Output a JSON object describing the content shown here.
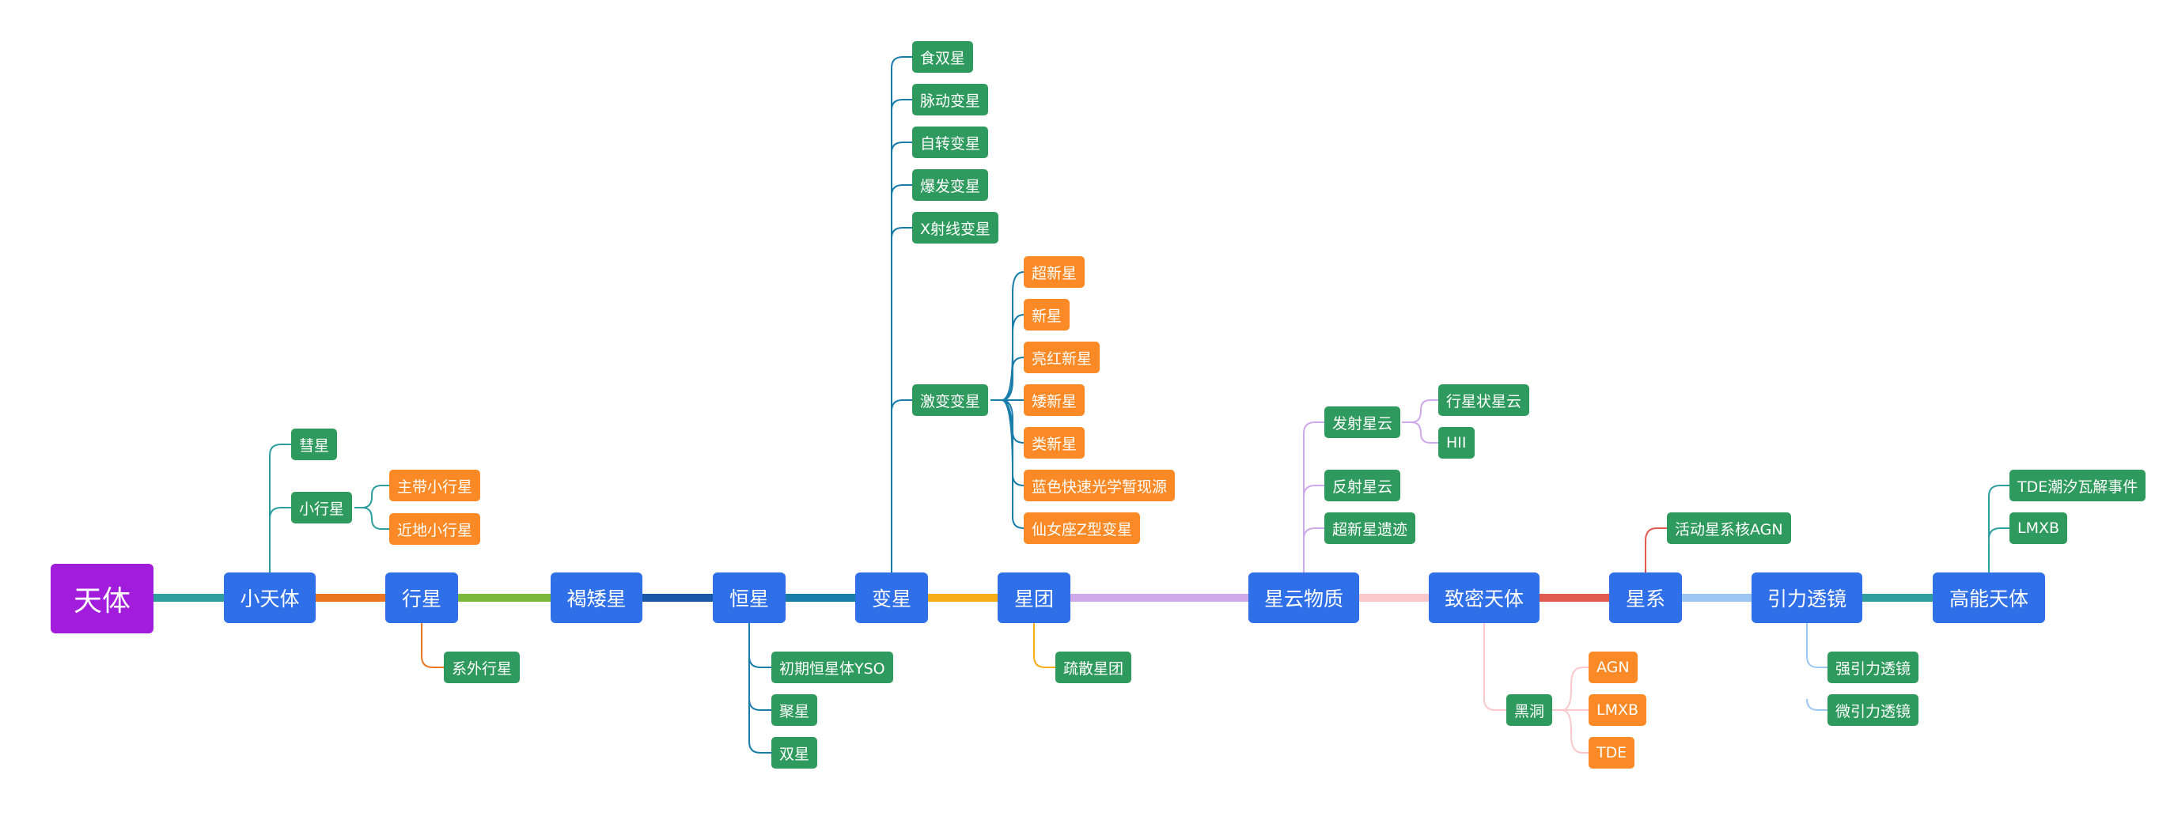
{
  "root": "天体",
  "main": {
    "small_body": "小天体",
    "planet": "行星",
    "brown_dwarf": "褐矮星",
    "star": "恒星",
    "variable": "变星",
    "cluster": "星团",
    "nebula": "星云物质",
    "compact": "致密天体",
    "galaxy": "星系",
    "lensing": "引力透镜",
    "high_energy": "高能天体"
  },
  "small_body": {
    "comet": "彗星",
    "minor_planet": "小行星",
    "main_belt": "主带小行星",
    "near_earth": "近地小行星"
  },
  "planet": {
    "exoplanet": "系外行星"
  },
  "star": {
    "yso": "初期恒星体YSO",
    "cluster": "聚星",
    "binary": "双星"
  },
  "variable": {
    "eclipsing": "食双星",
    "pulsating": "脉动变星",
    "rotating": "自转变星",
    "eruptive": "爆发变星",
    "xray": "X射线变星",
    "cataclysmic": "激变变星",
    "supernova": "超新星",
    "nova": "新星",
    "lrn": "亮红新星",
    "dwarf_nova": "矮新星",
    "nova_like": "类新星",
    "fbot": "蓝色快速光学暂现源",
    "z_and": "仙女座Z型变星"
  },
  "cluster": {
    "open": "疏散星团"
  },
  "nebula": {
    "emission": "发射星云",
    "reflection": "反射星云",
    "snr": "超新星遗迹",
    "planetary": "行星状星云",
    "hii": "HII"
  },
  "compact": {
    "black_hole": "黑洞",
    "agn": "AGN",
    "lmxb": "LMXB",
    "tde": "TDE"
  },
  "galaxy": {
    "active": "活动星系核AGN"
  },
  "lensing": {
    "strong": "强引力透镜",
    "micro": "微引力透镜"
  },
  "high_energy": {
    "tde": "TDE潮汐瓦解事件",
    "lmxb": "LMXB"
  },
  "colors": {
    "root": "#a21cdc",
    "main_node": "#2f6fe8",
    "sub_node": "#2f9a5d",
    "leaf_node": "#fb8a26",
    "spine": [
      "#2f9ea0",
      "#ea7720",
      "#7ab83c",
      "#1957a8",
      "#197dab",
      "#f7ad17",
      "#cfa9ea",
      "#fbc8cc",
      "#e05a50",
      "#9cc7f5",
      "#2f9ea0"
    ]
  }
}
